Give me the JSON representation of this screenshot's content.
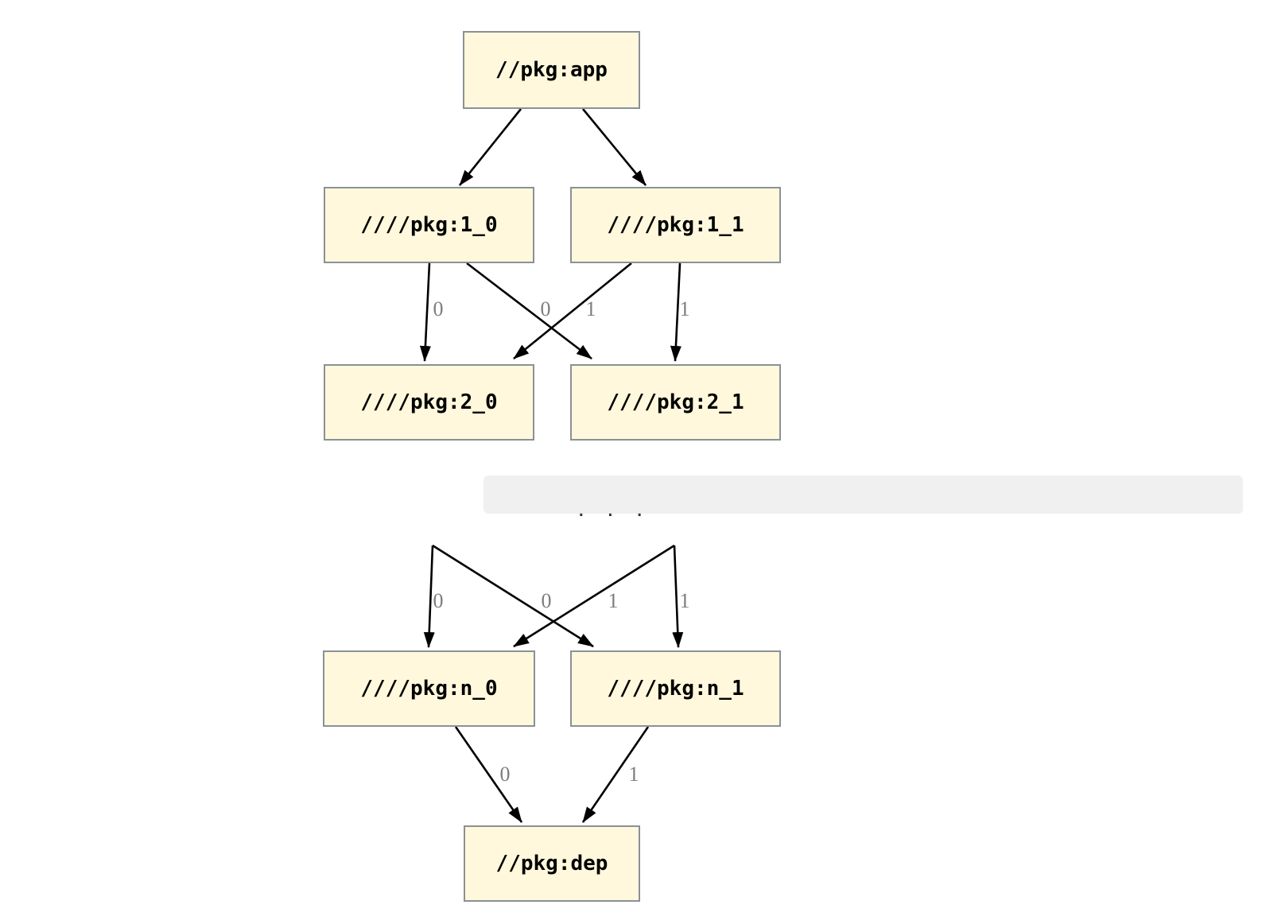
{
  "diagram": {
    "type": "dependency-graph",
    "direction": "top-down",
    "colors": {
      "node_fill": "#fff8dc",
      "node_border": "#8a9196",
      "edge": "#000000",
      "edge_label": "#7d7d7d",
      "ellipsis_band_background": "#f0f0f0",
      "page_background": "#ffffff"
    },
    "nodes": [
      {
        "id": "app",
        "label": "//pkg:app"
      },
      {
        "id": "1_0",
        "label": "////pkg:1_0"
      },
      {
        "id": "1_1",
        "label": "////pkg:1_1"
      },
      {
        "id": "2_0",
        "label": "////pkg:2_0"
      },
      {
        "id": "2_1",
        "label": "////pkg:2_1"
      },
      {
        "id": "n_0",
        "label": "////pkg:n_0"
      },
      {
        "id": "n_1",
        "label": "////pkg:n_1"
      },
      {
        "id": "dep",
        "label": "//pkg:dep"
      }
    ],
    "edges": [
      {
        "from": "app",
        "to": "1_0",
        "label": ""
      },
      {
        "from": "app",
        "to": "1_1",
        "label": ""
      },
      {
        "from": "1_0",
        "to": "2_0",
        "label": "0"
      },
      {
        "from": "1_1",
        "to": "2_0",
        "label": "0"
      },
      {
        "from": "1_0",
        "to": "2_1",
        "label": "1"
      },
      {
        "from": "1_1",
        "to": "2_1",
        "label": "1"
      },
      {
        "from": "elided_0",
        "to": "n_0",
        "label": "0"
      },
      {
        "from": "elided_0",
        "to": "n_1",
        "label": "1"
      },
      {
        "from": "elided_1",
        "to": "n_0",
        "label": "0"
      },
      {
        "from": "elided_1",
        "to": "n_1",
        "label": "1"
      },
      {
        "from": "n_0",
        "to": "dep",
        "label": "0"
      },
      {
        "from": "n_1",
        "to": "dep",
        "label": "1"
      }
    ],
    "ellipsis_band": {
      "text": ". . ."
    }
  }
}
